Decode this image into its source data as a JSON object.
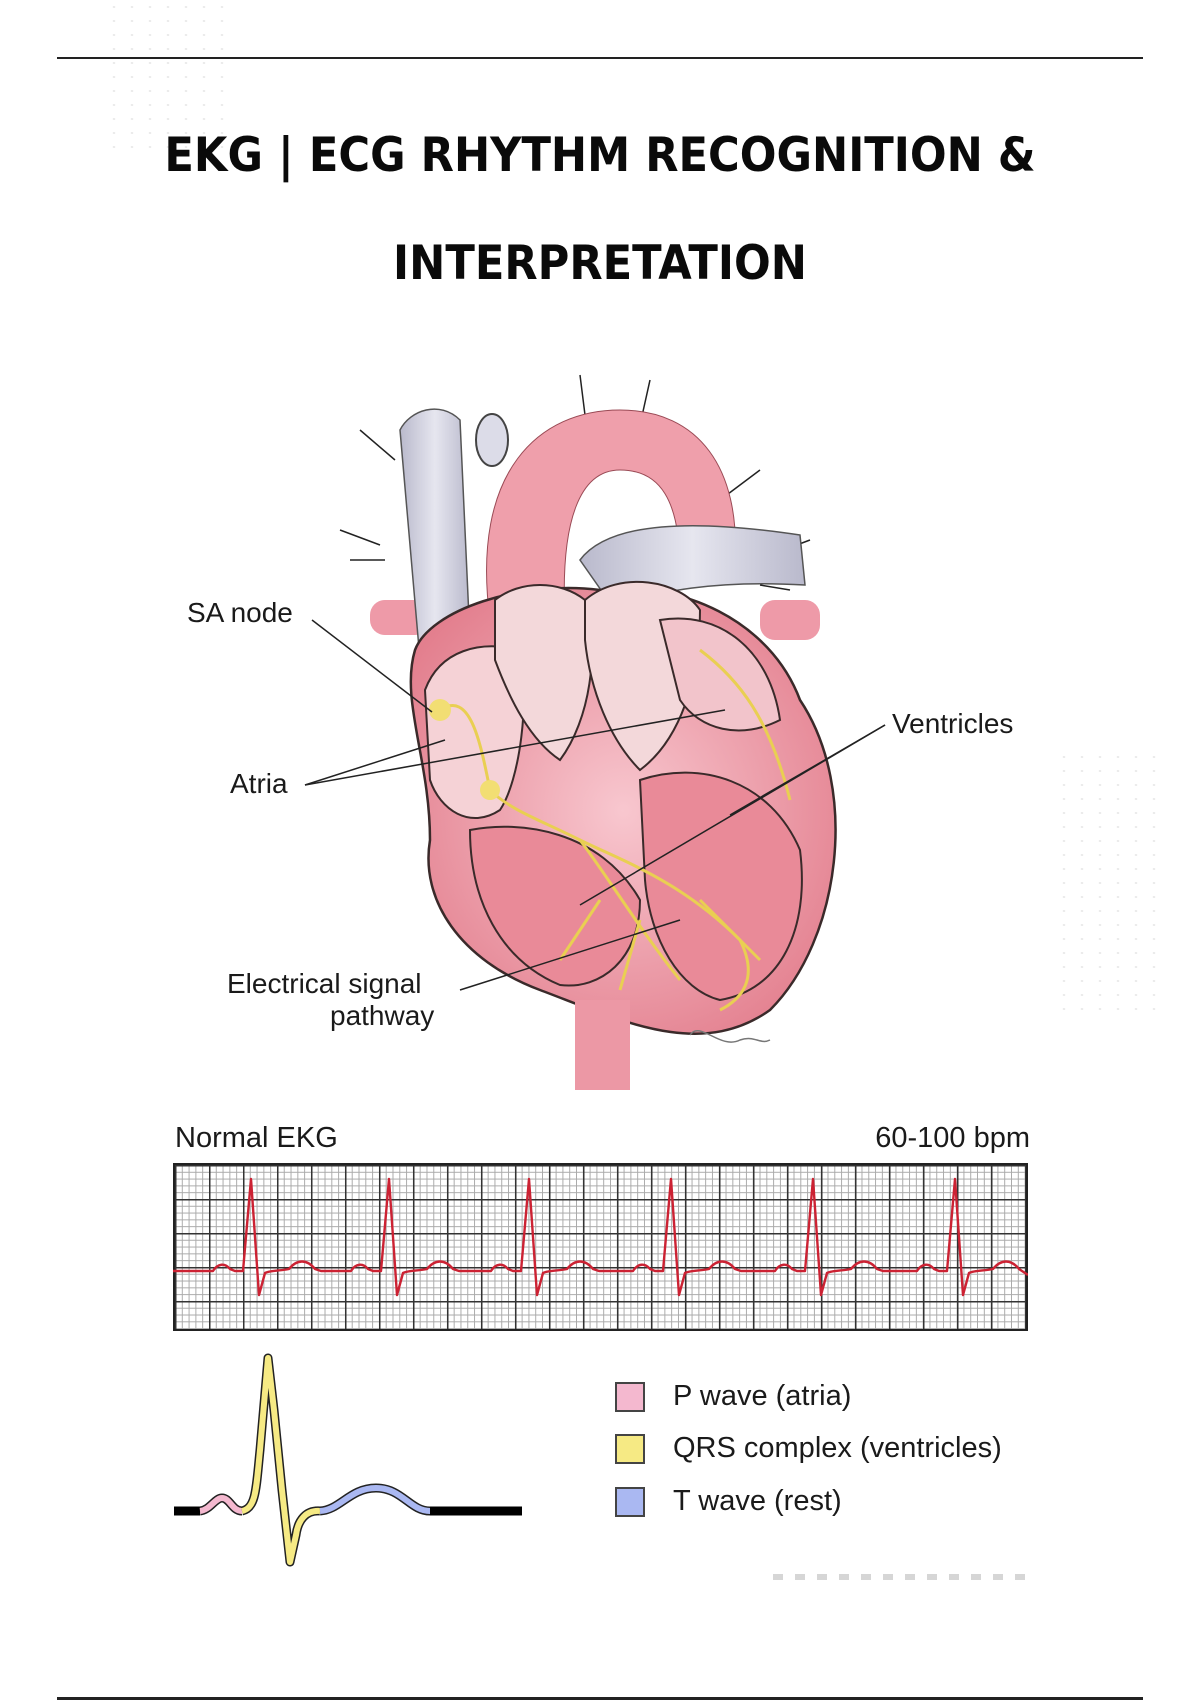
{
  "document": {
    "title_line1": "EKG | ECG RHYTHM RECOGNITION &",
    "title_line2": "INTERPRETATION"
  },
  "heart_diagram": {
    "labels": {
      "sa_node": "SA node",
      "atria": "Atria",
      "ventricles": "Ventricles",
      "pathway_line1": "Electrical signal",
      "pathway_line2": "pathway"
    },
    "colors": {
      "muscle": "#e88f9c",
      "vessel_gray": "#c9c9d8",
      "conduction": "#f2de73"
    }
  },
  "ekg_strip": {
    "title": "Normal EKG",
    "rate": "60-100 bpm",
    "trace_color": "#cc2233",
    "beats": 6
  },
  "waveform_legend": {
    "items": [
      {
        "label": "P wave (atria)",
        "color": "#f4b8cf"
      },
      {
        "label": "QRS complex (ventricles)",
        "color": "#f6ea84"
      },
      {
        "label": "T wave (rest)",
        "color": "#aab8f2"
      }
    ]
  }
}
